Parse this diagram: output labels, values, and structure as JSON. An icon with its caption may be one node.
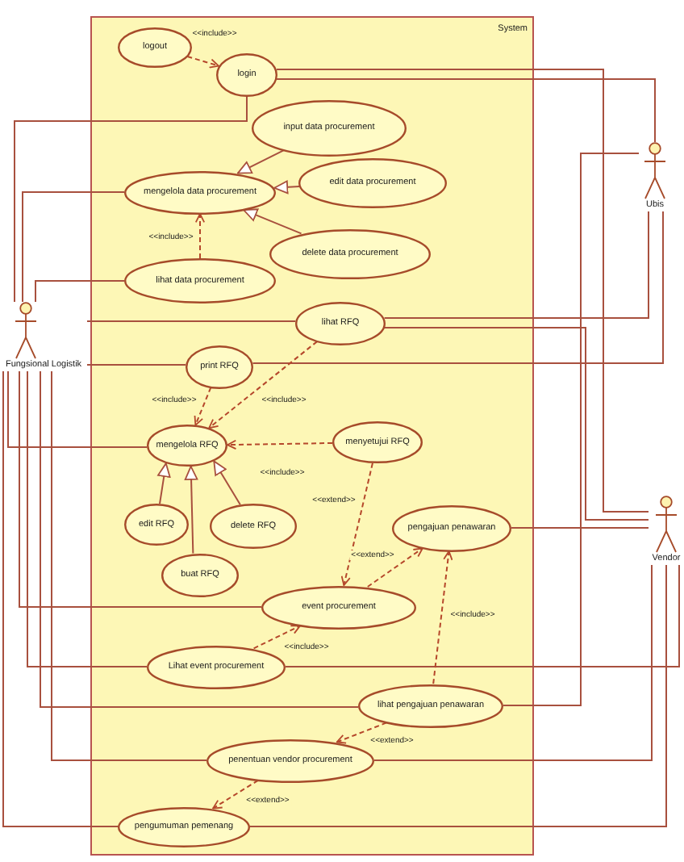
{
  "diagram": {
    "nodes": [
      {
        "text": [
          "System"
        ]
      },
      {
        "text": [
          "logout"
        ],
        "in": 0
      },
      {
        "text": [
          "login"
        ],
        "in": 0
      },
      {
        "text": [
          "input data procurement"
        ],
        "in": 0
      },
      {
        "text": [
          "mengelola data procurement"
        ],
        "in": 0
      },
      {
        "text": [
          "edit data procurement"
        ],
        "in": 0
      },
      {
        "text": [
          "delete data procurement"
        ],
        "in": 0
      },
      {
        "text": [
          "lihat data procurement"
        ],
        "in": 0
      },
      {
        "text": [
          "lihat RFQ"
        ],
        "in": 0
      },
      {
        "text": [
          "print RFQ"
        ],
        "in": 0
      },
      {
        "text": [
          "mengelola RFQ"
        ],
        "in": 0
      },
      {
        "text": [
          "menyetujui RFQ"
        ],
        "in": 0
      },
      {
        "text": [
          "edit RFQ"
        ],
        "in": 0
      },
      {
        "text": [
          "delete RFQ"
        ],
        "in": 0
      },
      {
        "text": [
          "buat RFQ"
        ],
        "in": 0
      },
      {
        "text": [
          "pengajuan penawaran"
        ],
        "in": 0
      },
      {
        "text": [
          "event procurement"
        ],
        "in": 0
      },
      {
        "text": [
          "Lihat event procurement"
        ],
        "in": 0
      },
      {
        "text": [
          "lihat pengajuan penawaran"
        ],
        "in": 0
      },
      {
        "text": [
          "penentuan vendor procurement"
        ],
        "in": 0
      },
      {
        "text": [
          "pengumuman pemenang"
        ],
        "in": 0
      },
      {
        "text": [
          "Fungsional Logistik"
        ]
      },
      {
        "text": [
          "Ubis"
        ]
      },
      {
        "text": [
          "Vendor"
        ]
      }
    ],
    "edges": [
      {
        "from": 21,
        "to": 2,
        "arrow": "none"
      },
      {
        "from": 21,
        "to": 4,
        "arrow": "none"
      },
      {
        "from": 21,
        "to": 7,
        "arrow": "none"
      },
      {
        "from": 21,
        "to": 8,
        "arrow": "none"
      },
      {
        "from": 21,
        "to": 9,
        "arrow": "none"
      },
      {
        "from": 21,
        "to": 10,
        "arrow": "none"
      },
      {
        "from": 21,
        "to": 16,
        "arrow": "none"
      },
      {
        "from": 21,
        "to": 17,
        "arrow": "none"
      },
      {
        "from": 21,
        "to": 18,
        "arrow": "none"
      },
      {
        "from": 21,
        "to": 19,
        "arrow": "none"
      },
      {
        "from": 21,
        "to": 20,
        "arrow": "none"
      },
      {
        "from": 22,
        "to": 2,
        "arrow": "none"
      },
      {
        "from": 22,
        "to": 8,
        "arrow": "none"
      },
      {
        "from": 22,
        "to": 9,
        "arrow": "none"
      },
      {
        "from": 22,
        "to": 18,
        "arrow": "none"
      },
      {
        "from": 23,
        "to": 2,
        "arrow": "none"
      },
      {
        "from": 23,
        "to": 8,
        "arrow": "none"
      },
      {
        "from": 23,
        "to": 15,
        "arrow": "none"
      },
      {
        "from": 23,
        "to": 17,
        "arrow": "none"
      },
      {
        "from": 23,
        "to": 19,
        "arrow": "none"
      },
      {
        "from": 23,
        "to": 20,
        "arrow": "none"
      },
      {
        "from": 1,
        "to": 2,
        "arrow": "to",
        "style": "dashed",
        "label": "<<include>>"
      },
      {
        "from": 3,
        "to": 4,
        "arrow": "to"
      },
      {
        "from": 5,
        "to": 4,
        "arrow": "to"
      },
      {
        "from": 6,
        "to": 4,
        "arrow": "to"
      },
      {
        "from": 7,
        "to": 4,
        "arrow": "to",
        "style": "dashed",
        "label": "<<include>>"
      },
      {
        "from": 9,
        "to": 10,
        "arrow": "to",
        "style": "dashed",
        "label": "<<include>>"
      },
      {
        "from": 8,
        "to": 10,
        "arrow": "to",
        "style": "dashed",
        "label": "<<include>>"
      },
      {
        "from": 11,
        "to": 10,
        "arrow": "to",
        "style": "dashed",
        "label": "<<include>>"
      },
      {
        "from": 12,
        "to": 10,
        "arrow": "to"
      },
      {
        "from": 14,
        "to": 10,
        "arrow": "to"
      },
      {
        "from": 13,
        "to": 10,
        "arrow": "to"
      },
      {
        "from": 11,
        "to": 16,
        "arrow": "to",
        "style": "dashed",
        "label": "<<extend>>"
      },
      {
        "from": 16,
        "to": 15,
        "arrow": "to",
        "style": "dashed",
        "label": "<<extend>>"
      },
      {
        "from": 18,
        "to": 15,
        "arrow": "to",
        "style": "dashed",
        "label": "<<include>>"
      },
      {
        "from": 17,
        "to": 16,
        "arrow": "to",
        "style": "dashed",
        "label": "<<include>>"
      },
      {
        "from": 18,
        "to": 19,
        "arrow": "to",
        "style": "dashed",
        "label": "<<extend>>"
      },
      {
        "from": 19,
        "to": 20,
        "arrow": "to",
        "style": "dashed",
        "label": "<<extend>>"
      }
    ]
  }
}
